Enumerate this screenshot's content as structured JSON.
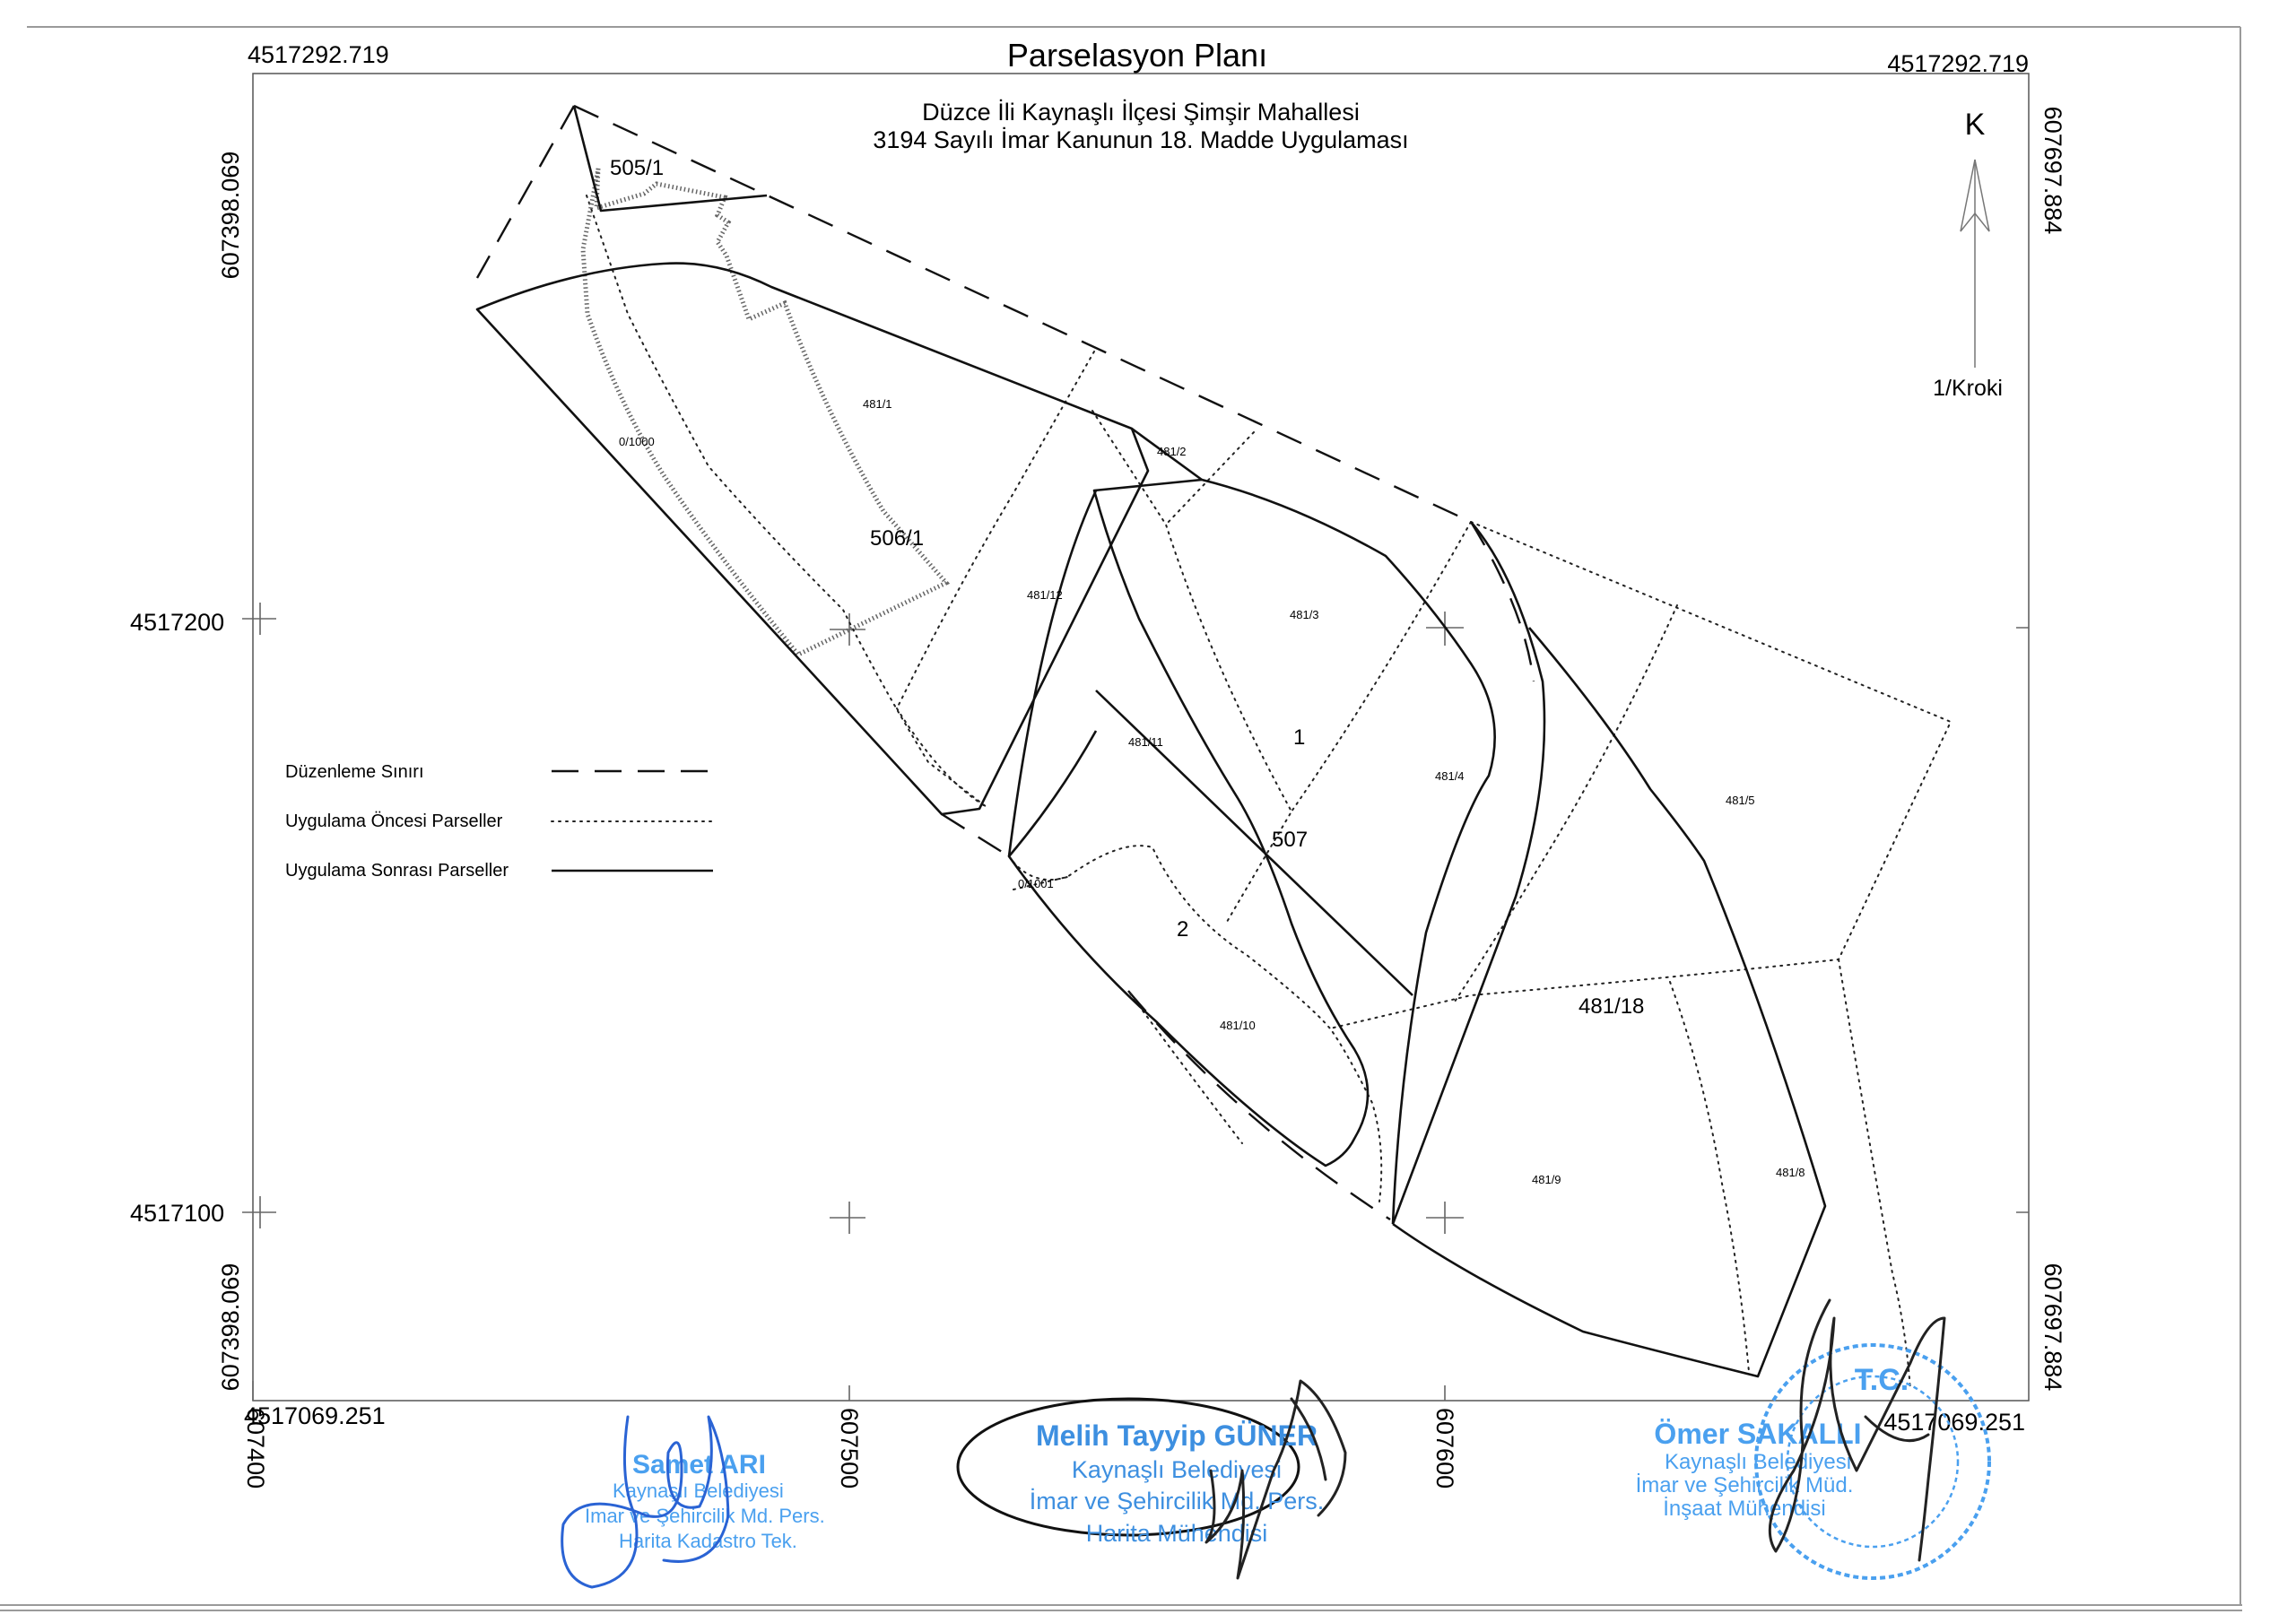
{
  "title": "Parselasyon Planı",
  "subtitle_line1": "Düzce İli Kaynaşlı İlçesi Şimşir Mahallesi",
  "subtitle_line2": "3194 Sayılı İmar Kanunun 18. Madde Uygulaması",
  "north_label": "K",
  "sketch_label": "1/Kroki",
  "corners": {
    "top_left": "4517292.719",
    "top_right": "4517292.719",
    "bottom_left": "4517069.251",
    "bottom_right": "4517069.251",
    "left_top_vertical": "607398.069",
    "left_bottom_vertical": "607398.069",
    "right_top_vertical": "607697.884",
    "right_bottom_vertical": "607697.884"
  },
  "grid_y_labels": [
    "4517200",
    "4517100"
  ],
  "grid_x_labels": [
    "607400",
    "607500",
    "607600"
  ],
  "parcels": {
    "p505_1": "505/1",
    "p506_1": "506/1",
    "p481_1": "481/1",
    "p0_1000": "0/1000",
    "p481_2": "481/2",
    "p481_12": "481/12",
    "p481_3": "481/3",
    "p1": "1",
    "p481_11": "481/11",
    "p507": "507",
    "p481_4": "481/4",
    "p481_5": "481/5",
    "p0_1001": "0/1001",
    "p2": "2",
    "p481_10": "481/10",
    "p481_18": "481/18",
    "p481_9": "481/9",
    "p481_8": "481/8"
  },
  "legend": {
    "boundary": "Düzenleme Sınırı",
    "before": "Uygulama Öncesi Parseller",
    "after": "Uygulama Sonrası Parseller"
  },
  "signatures": {
    "left": {
      "name": "Samet ARI",
      "line1": "Kaynaşlı Belediyesi",
      "line2": "İmar ve Şehircilik Md. Pers.",
      "line3": "Harita Kadastro Tek."
    },
    "middle": {
      "name": "Melih Tayyip GÜNER",
      "line1": "Kaynaşlı Belediyesi",
      "line2": "İmar ve Şehircilik Md. Pers.",
      "line3": "Harita Mühendisi"
    },
    "right": {
      "name": "Ömer SAKALLI",
      "line1": "Kaynaşlı Belediyesi",
      "line2": "İmar ve Şehircilik Müd.",
      "line3": "İnşaat Mühendisi",
      "seal": "T.C."
    }
  }
}
